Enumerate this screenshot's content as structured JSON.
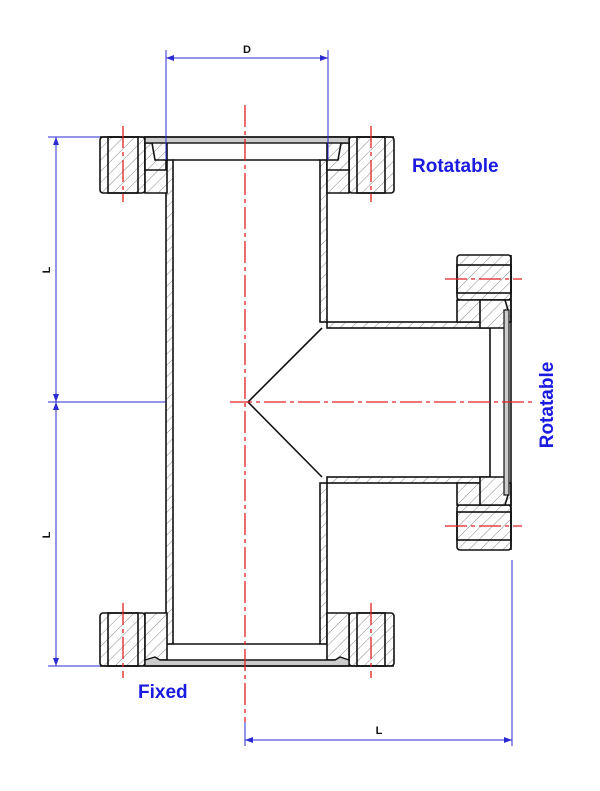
{
  "colors": {
    "outline": "#111111",
    "centerline": "#e02020",
    "dimension": "#2a2ad0",
    "label": "#1a1ae0"
  },
  "dimensions": {
    "diameter": "D",
    "length_top": "L",
    "length_bottom": "L",
    "length_branch": "L"
  },
  "labels": {
    "top_flange": "Rotatable",
    "side_flange": "Rotatable",
    "bottom_flange": "Fixed"
  }
}
